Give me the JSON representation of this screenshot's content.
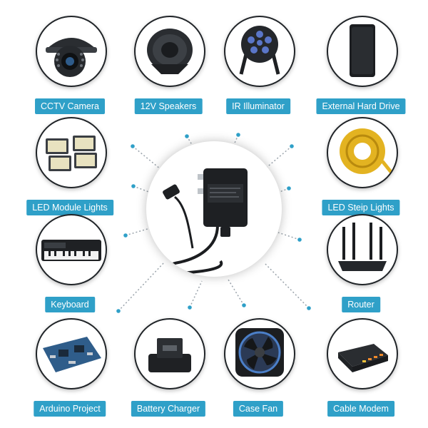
{
  "center": {
    "icon": "power-adapter-icon"
  },
  "devices": [
    {
      "id": "cctv-camera",
      "label": "CCTV Camera",
      "icon": "security-camera-icon"
    },
    {
      "id": "12v-speakers",
      "label": "12V Speakers",
      "icon": "speaker-icon"
    },
    {
      "id": "ir-illuminator",
      "label": "IR Illuminator",
      "icon": "ir-illuminator-icon"
    },
    {
      "id": "external-hard-drive",
      "label": "External Hard Drive",
      "icon": "hard-drive-icon"
    },
    {
      "id": "led-module-lights",
      "label": "LED Module Lights",
      "icon": "led-module-icon"
    },
    {
      "id": "led-strip-lights",
      "label": "LED Steip Lights",
      "icon": "led-strip-reel-icon"
    },
    {
      "id": "keyboard",
      "label": "Keyboard",
      "icon": "piano-keyboard-icon"
    },
    {
      "id": "router",
      "label": "Router",
      "icon": "router-icon"
    },
    {
      "id": "arduino-project",
      "label": "Arduino Project",
      "icon": "circuit-board-icon"
    },
    {
      "id": "battery-charger",
      "label": "Battery Charger",
      "icon": "battery-charger-icon"
    },
    {
      "id": "case-fan",
      "label": "Case Fan",
      "icon": "case-fan-icon"
    },
    {
      "id": "cable-modem",
      "label": "Cable Modem",
      "icon": "cable-modem-icon"
    }
  ],
  "colors": {
    "label_bg": "#2fa0c8",
    "label_text": "#ffffff",
    "connector_dot": "#2fa0c8",
    "connector_line": "#9aa3ab"
  }
}
